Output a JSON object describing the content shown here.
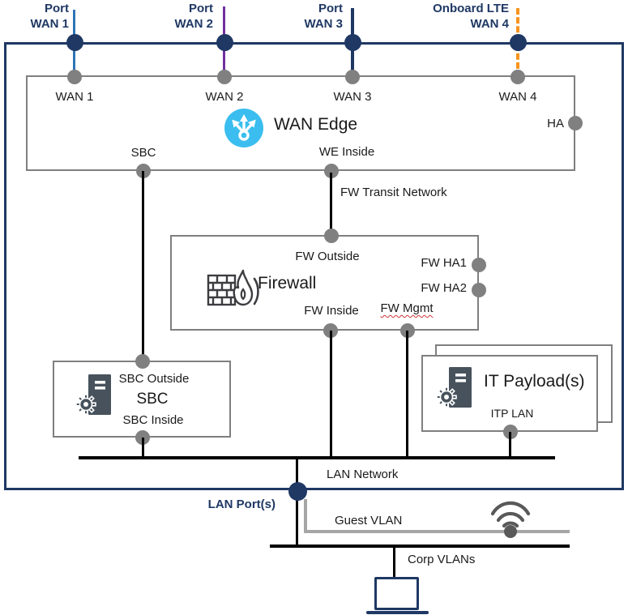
{
  "diagram": {
    "title_hint": "Branch network architecture diagram",
    "external_ports": [
      {
        "line1": "Port",
        "line2": "WAN 1",
        "color": "#2e75b6",
        "style": "solid"
      },
      {
        "line1": "Port",
        "line2": "WAN 2",
        "color": "#7030a0",
        "style": "solid"
      },
      {
        "line1": "Port",
        "line2": "WAN 3",
        "color": "#1f3864",
        "style": "solid"
      },
      {
        "line1": "Onboard LTE",
        "line2": "WAN 4",
        "color": "#f7941d",
        "style": "dashed"
      }
    ],
    "wan_edge": {
      "title": "WAN Edge",
      "ports": [
        "WAN 1",
        "WAN 2",
        "WAN 3",
        "WAN 4"
      ],
      "ha_port": "HA",
      "sbc_port": "SBC",
      "inside_port": "WE Inside"
    },
    "transit_label": "FW Transit Network",
    "firewall": {
      "title": "Firewall",
      "outside_port": "FW Outside",
      "ha1_port": "FW HA1",
      "ha2_port": "FW HA2",
      "inside_port": "FW Inside",
      "mgmt_port": "FW Mgmt"
    },
    "sbc": {
      "title": "SBC",
      "outside_port": "SBC Outside",
      "inside_port": "SBC Inside"
    },
    "it_payloads": {
      "title": "IT Payload(s)",
      "lan_port": "ITP LAN"
    },
    "lan": {
      "network_label": "LAN Network",
      "ports_label": "LAN Port(s)",
      "guest_vlan_label": "Guest VLAN",
      "corp_vlans_label": "Corp VLANs"
    },
    "colors": {
      "navy": "#1f3864",
      "wan1_line": "#2e75b6",
      "wan2_line": "#7030a0",
      "wan3_line": "#1f3864",
      "wan4_line": "#f7941d",
      "box_gray": "#7f7f7f",
      "node_gray": "#808080",
      "wan_edge_icon": "#3bbeef",
      "guest_line_gray": "#a6a6a6"
    }
  }
}
